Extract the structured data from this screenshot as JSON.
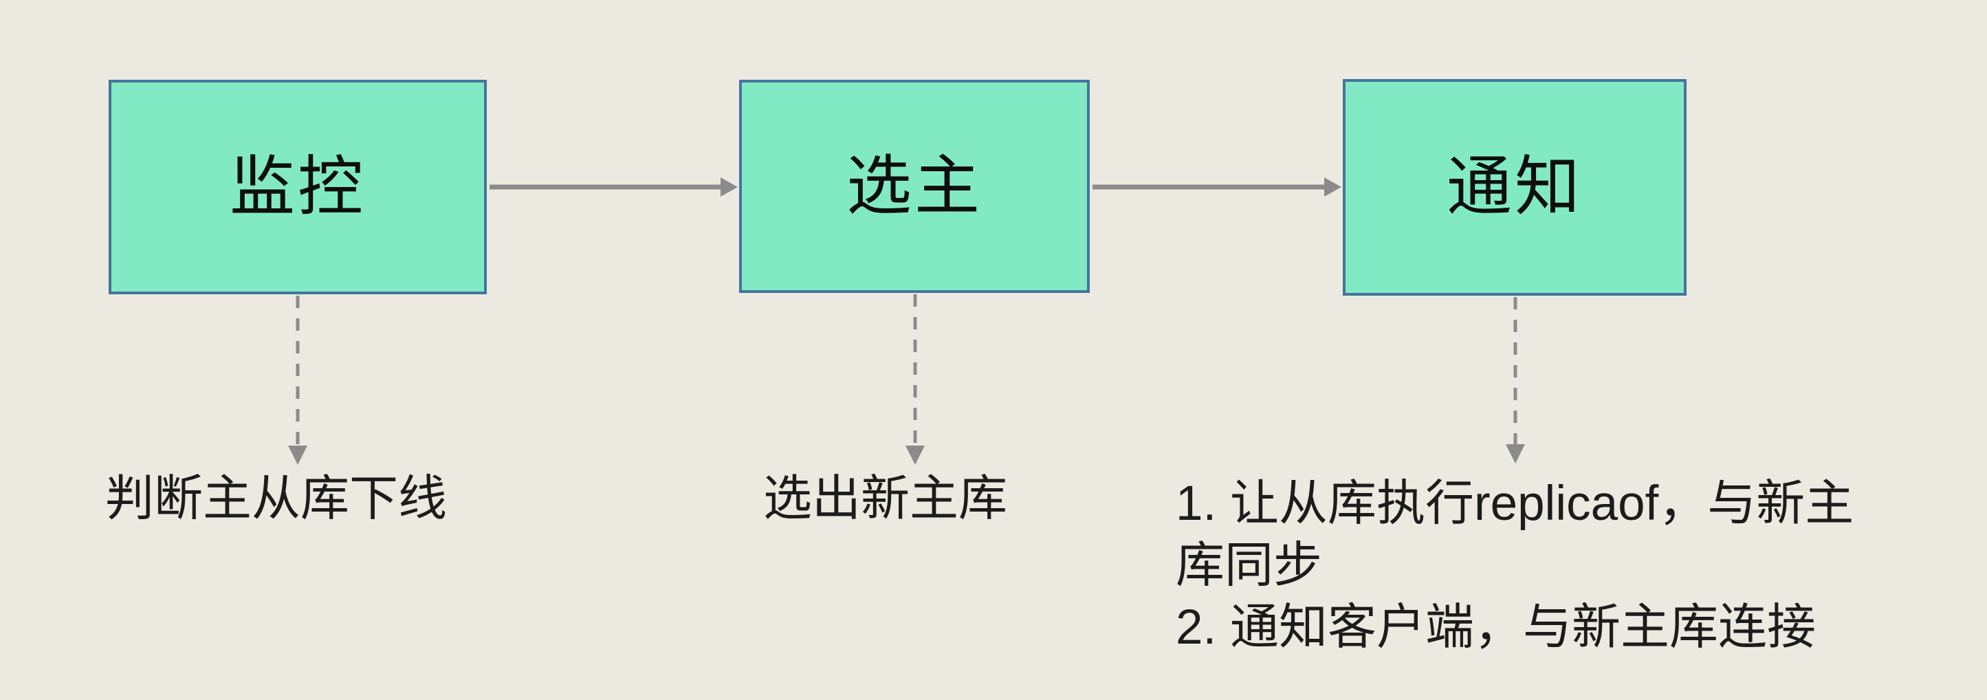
{
  "colors": {
    "background": "#EBE9E0",
    "box_fill": "#81EAC5",
    "box_border": "#45749D",
    "arrow": "#8B8B8B",
    "text": "#1C1C1C"
  },
  "steps": [
    {
      "id": "monitor",
      "label": "监控",
      "note_lines": [
        "判断主从库下线"
      ]
    },
    {
      "id": "elect-leader",
      "label": "选主",
      "note_lines": [
        "选出新主库"
      ]
    },
    {
      "id": "notify",
      "label": "通知",
      "note_lines": [
        "1. 让从库执行replicaof，与新主",
        "库同步",
        "2. 通知客户端，与新主库连接"
      ]
    }
  ],
  "arrows": {
    "monitor_to_elect": "solid-right",
    "elect_to_notify": "solid-right",
    "monitor_to_note": "dashed-down",
    "elect_to_note": "dashed-down",
    "notify_to_note": "dashed-down"
  }
}
